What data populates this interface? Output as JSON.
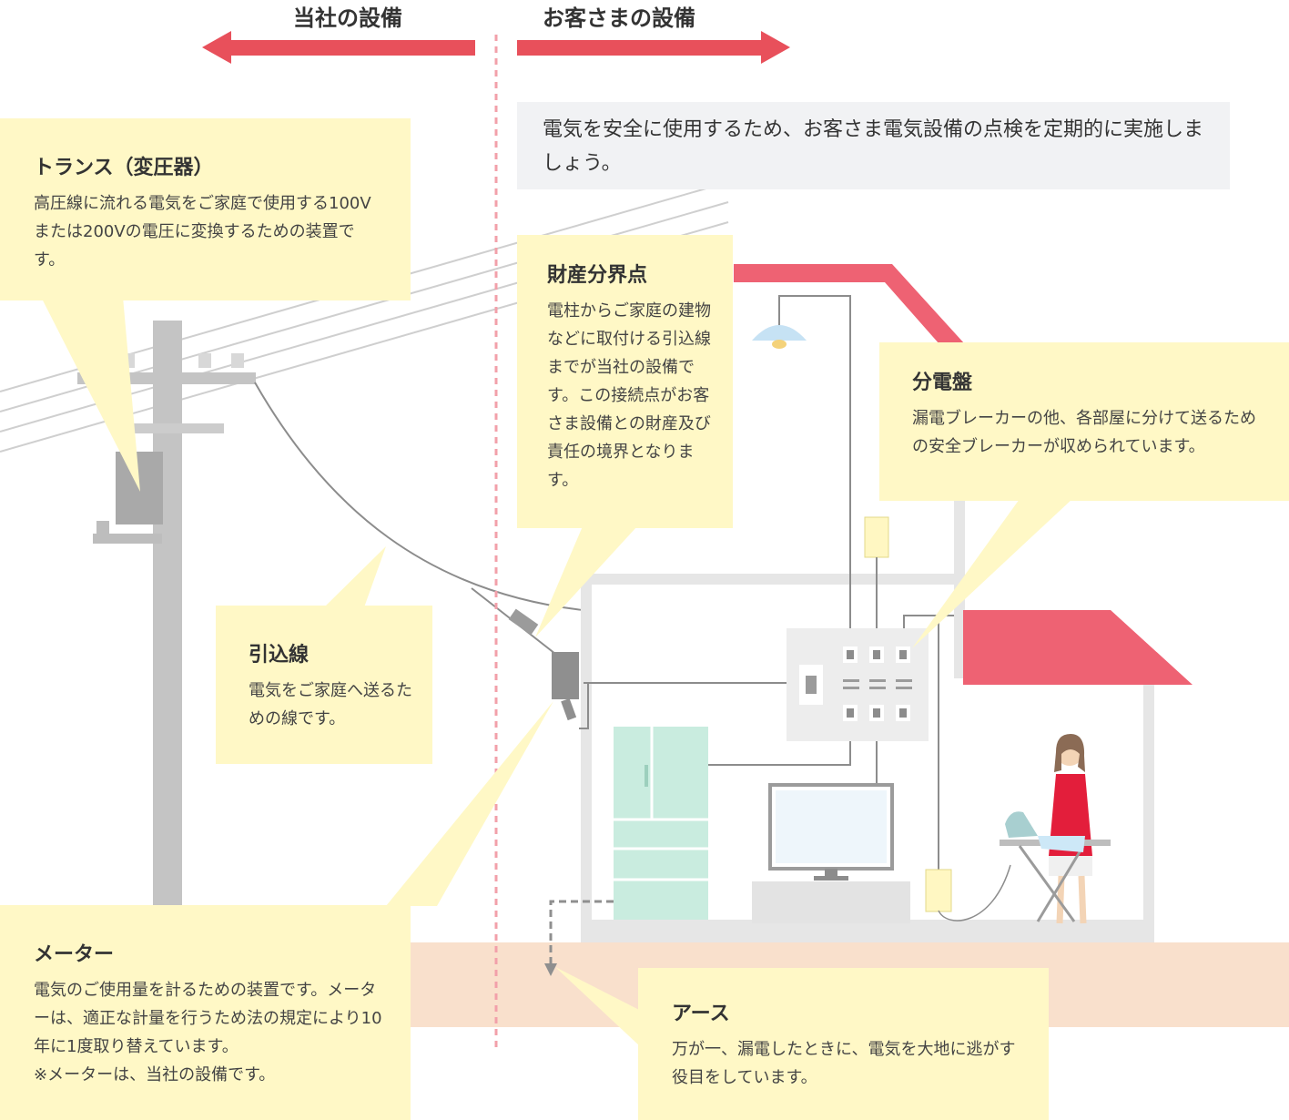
{
  "headers": {
    "company_side": "当社の設備",
    "customer_side": "お客さまの設備"
  },
  "notice": "電気を安全に使用するため、お客さま電気設備の点検を定期的に実施しましょう。",
  "callouts": {
    "transformer": {
      "title": "トランス（変圧器）",
      "body": "高圧線に流れる電気をご家庭で使用する100Vまたは200Vの電圧に変換するための装置です。"
    },
    "boundary": {
      "title": "財産分界点",
      "body": "電柱からご家庭の建物などに取付ける引込線までが当社の設備です。この接続点がお客さま設備との財産及び責任の境界となります。"
    },
    "panel": {
      "title": "分電盤",
      "body": "漏電ブレーカーの他、各部屋に分けて送るための安全ブレーカーが収められています。"
    },
    "service_line": {
      "title": "引込線",
      "body": "電気をご家庭へ送るための線です。"
    },
    "meter": {
      "title": "メーター",
      "body": "電気のご使用量を計るための装置です。メーターは、適正な計量を行うため法の規定により10年に1度取り替えています。",
      "note": "※メーターは、当社の設備です。"
    },
    "earth": {
      "title": "アース",
      "body": "万が一、漏電したときに、電気を大地に逃がす役目をしています。"
    }
  },
  "colors": {
    "arrow": "#e8505b",
    "roof": "#ee6273",
    "callout_bg": "#fff8c6",
    "ground": "#f9e0cc",
    "fridge": "#c9ecdf",
    "boundary_line": "#f2a0aa"
  }
}
